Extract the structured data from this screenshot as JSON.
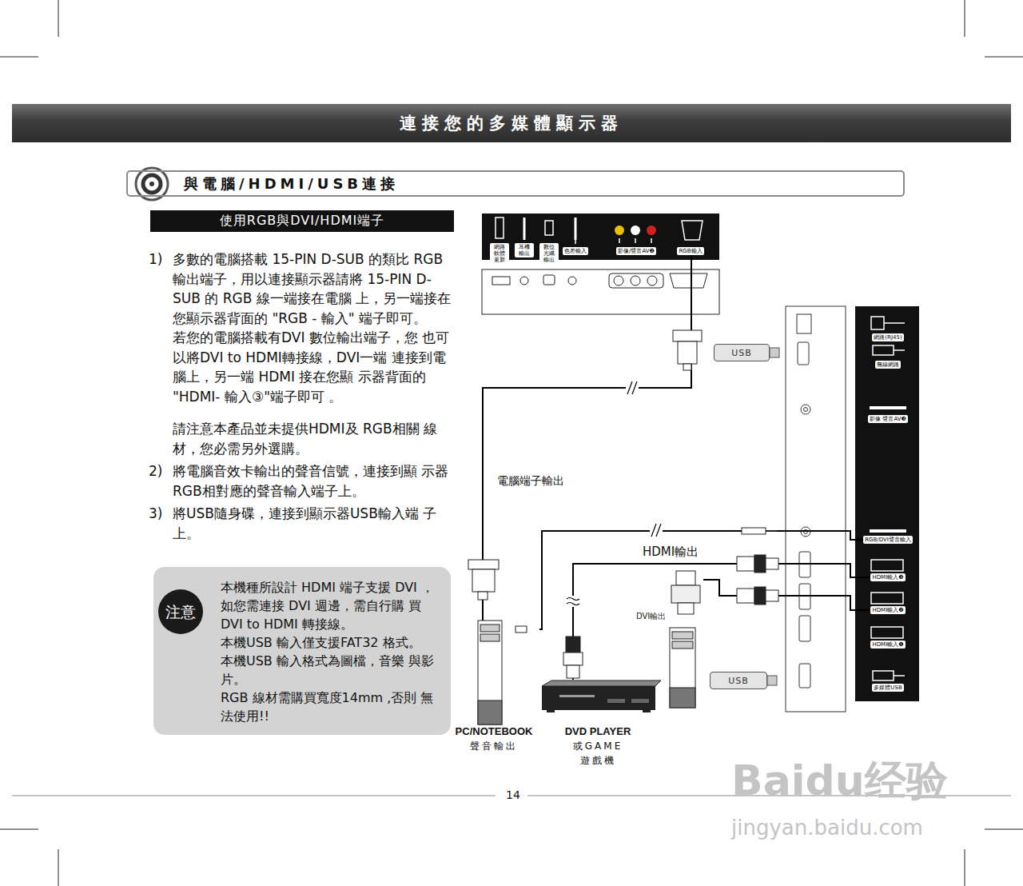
{
  "diagram": {
    "title": "連接您的多媒體顯示器",
    "nodes": [
      {
        "text": [
          "與電腦/HDMI/USB連接"
        ]
      },
      {
        "text": [
          "使用RGB與DVI/HDMI端子"
        ]
      },
      {
        "text": [
          "本機種所設計 HDMI 端子支援 DVI ，如您需連接 DVI 週邊，需自行購 買 DVI to HDMI 轉接線。",
          "本機USB 輸入僅支援FAT32 格式。",
          "本機USB 輸入格式為圖檔，音樂 與影片。",
          "RGB 線材需購買寬度14mm ,否則 無法使用!!"
        ]
      },
      {
        "text": [
          "注意"
        ],
        "in": 2
      },
      {
        "text": [
          "網路軟體更新"
        ]
      },
      {
        "text": [
          "耳機輸出"
        ]
      },
      {
        "text": [
          "數位光纖輸出"
        ]
      },
      {
        "text": [
          "色差輸入"
        ]
      },
      {
        "text": [
          "影像/聲音AV❷"
        ]
      },
      {
        "text": [
          "RGB輸入"
        ]
      },
      {
        "text": [
          "網路(RJ45)"
        ]
      },
      {
        "text": [
          "無線網路"
        ]
      },
      {
        "text": [
          "影像 聲音AV❸"
        ]
      },
      {
        "text": [
          "RGB/DVI聲音輸入"
        ]
      },
      {
        "text": [
          "HDMI輸入❸"
        ]
      },
      {
        "text": [
          "HDMI輸入❷"
        ]
      },
      {
        "text": [
          "HDMI輸入❶"
        ]
      },
      {
        "text": [
          "多媒體USB"
        ]
      },
      {
        "text": [
          "USB"
        ]
      },
      {
        "text": [
          "USB"
        ]
      },
      {
        "text": [
          "PC/NOTEBOOK",
          "聲音輸出"
        ]
      },
      {
        "text": [
          "DVD PLAYER",
          "或GAME 遊戲機"
        ]
      },
      {
        "text": [
          "DVI輸出"
        ]
      }
    ],
    "edges": [
      {
        "from": 20,
        "to": 9,
        "arrow": "none",
        "label": "電腦端子輸出"
      },
      {
        "from": 20,
        "to": 13,
        "arrow": "none"
      },
      {
        "from": 21,
        "to": 14,
        "arrow": "none",
        "label": "HDMI輸出"
      },
      {
        "from": 22,
        "to": 15,
        "arrow": "none"
      }
    ],
    "labels": [
      "1)",
      "多數的電腦搭載 15-PIN D-SUB 的類比 RGB 輸出端子，用以連接顯示器請將 15-PIN D-SUB 的 RGB 線一端接在電腦 上，另一端接在您顯示器背面的 \"RGB - 輸入\" 端子即可。",
      "若您的電腦搭載有DVI 數位輸出端子，您 也可以將DVI to HDMI轉接線，DVI一端 連接到電腦上，另一端 HDMI 接在您顯 示器背面的 \"HDMI- 輸入③\"端子即可 。",
      "請注意本產品並未提供HDMI及 RGB相關 線材，您必需另外選購。",
      "2)",
      "將電腦音效卡輸出的聲音信號，連接到顯 示器RGB相對應的聲音輸入端子上。",
      "3)",
      "將USB隨身碟，連接到顯示器USB輸入端 子上。",
      "14",
      "Baidu经验",
      "jingyan.baidu.com"
    ]
  }
}
